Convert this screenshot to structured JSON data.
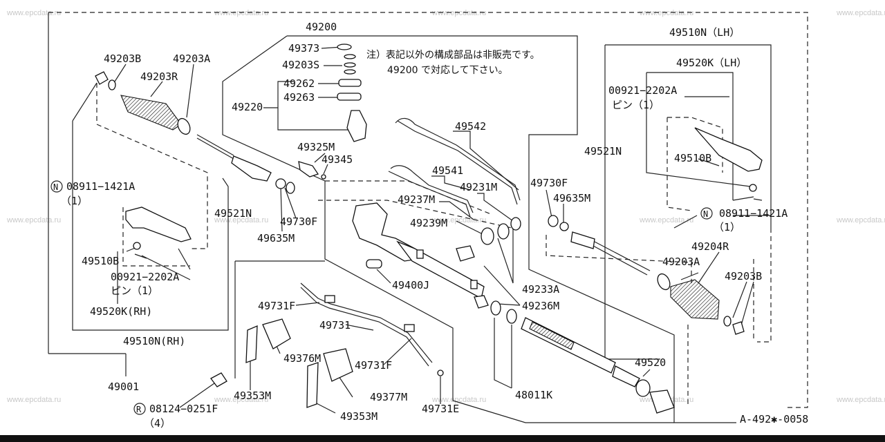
{
  "drawing_id": "A-492✱-0058",
  "watermarks": [
    "www.epcdata.ru",
    "www.epcdata.ru",
    "www.epcdata.ru",
    "www.epcdata.ru",
    "www.epcdata.ru",
    "www.epcdata.ru",
    "www.epcdata.ru",
    "www.epcdata.ru",
    "www.epcdata.ru",
    "www.epcdata.ru",
    "www.epcdata.ru",
    "www.epcdata.ru",
    "www.epcdata.ru",
    "www.epcdata.ru",
    "www.epcdata.ru"
  ],
  "note": {
    "line1": "注）表記以外の構成部品は非販売です。",
    "line2": "49200 で対応して下さい。"
  },
  "labels": {
    "p49200": "49200",
    "p49373": "49373",
    "p49203S": "49203S",
    "p49262": "49262",
    "p49263": "49263",
    "p49220": "49220",
    "p49203B_rh": "49203B",
    "p49203A_rh": "49203A",
    "p49203R": "49203R",
    "p49325M": "49325M",
    "p49345": "49345",
    "p49542": "49542",
    "p49541": "49541",
    "p49231M": "49231M",
    "p49237M": "49237M",
    "p49239M": "49239M",
    "n08911_rh": "08911−1421A",
    "n08911_rh_qty": "（1）",
    "p49521N_rh": "49521N",
    "p49730F_rh": "49730F",
    "p49635M_rh": "49635M",
    "p49510B_rh": "49510B",
    "p00921_rh": "00921−2202A",
    "pin_rh": "ピン（1）",
    "p49520K_rh": "49520K(RH)",
    "p49510N_rh": "49510N(RH)",
    "p49001": "49001",
    "p49400J": "49400J",
    "p49233A": "49233A",
    "p49236M": "49236M",
    "p49731F_a": "49731F",
    "p49731": "49731",
    "p49731F_b": "49731F",
    "p49731E": "49731E",
    "p49376M": "49376M",
    "p49377M": "49377M",
    "p49353M_a": "49353M",
    "p49353M_b": "49353M",
    "r08124": "08124−0251F",
    "r08124_qty": "（4）",
    "p48011K": "48011K",
    "p49520": "49520",
    "p49510N_lh": "49510N（LH）",
    "p49520K_lh": "49520K（LH）",
    "p00921_lh": "00921−2202A",
    "pin_lh": "ピン（1）",
    "p49510B_lh": "49510B",
    "p49521N_lh": "49521N",
    "p49730F_lh": "49730F",
    "p49635M_lh": "49635M",
    "n08911_lh": "08911−1421A",
    "n08911_lh_qty": "（1）",
    "p49204R": "49204R",
    "p49203A_lh": "49203A",
    "p49203B_lh": "49203B"
  },
  "markers": {
    "n": "N",
    "r": "R"
  }
}
